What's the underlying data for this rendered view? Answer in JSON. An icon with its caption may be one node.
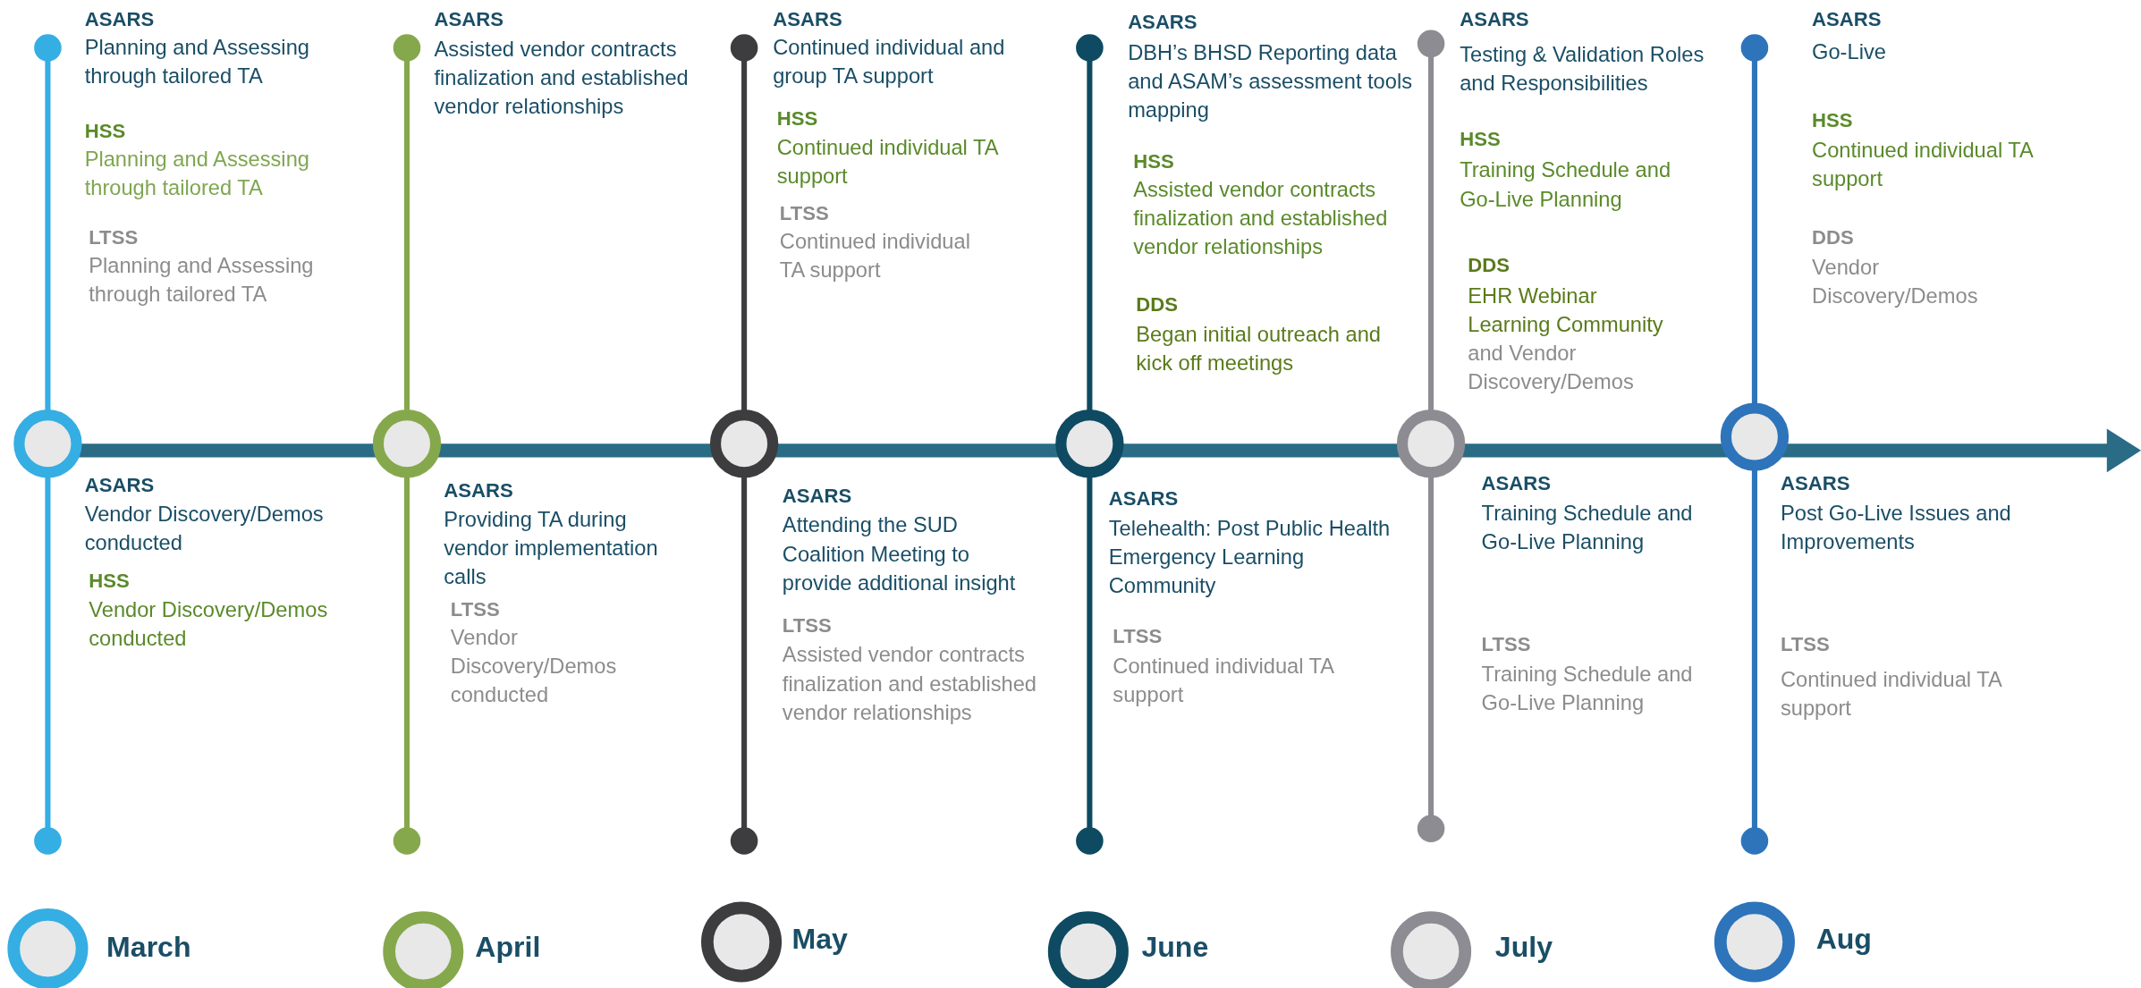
{
  "diagram": {
    "labels": [
      "ASARS",
      "Planning and Assessing through tailored TA",
      "HSS",
      "Planning and Assessing through tailored TA",
      "LTSS",
      "Planning and Assessing through tailored TA",
      "ASARS",
      "Vendor Discovery/Demos conducted",
      "HSS",
      "Vendor Discovery/Demos conducted",
      "March",
      "ASARS",
      "Assisted vendor contracts finalization and established vendor relationships",
      "ASARS",
      "Providing TA during vendor implementation calls",
      "LTSS",
      "Vendor Discovery/Demos conducted",
      "April",
      "ASARS",
      "Continued individual and group TA support",
      "HSS",
      "Continued individual TA support",
      "LTSS",
      "Continued individual TA support",
      "ASARS",
      "Attending the SUD Coalition Meeting to provide additional insight",
      "LTSS",
      "Assisted vendor contracts finalization and established vendor relationships",
      "May",
      "ASARS",
      "DBH’s BHSD Reporting data and ASAM’s assessment tools mapping",
      "HSS",
      "Assisted vendor contracts finalization and established vendor relationships",
      "DDS",
      "Began initial outreach and kick off meetings",
      "ASARS",
      "Telehealth: Post Public Health Emergency Learning Community",
      "LTSS",
      "Continued individual TA support",
      "June",
      "ASARS",
      "Testing & Validation Roles and Responsibilities",
      "HSS",
      "Training Schedule and Go-Live Planning",
      "DDS",
      "EHR Webinar Learning Community",
      "and Vendor Discovery/Demos",
      "ASARS",
      "Training Schedule and Go-Live Planning",
      "LTSS",
      "Training Schedule and Go-Live Planning",
      "July",
      "ASARS",
      "Go-Live",
      "HSS",
      "Continued individual TA support",
      "DDS",
      "Vendor Discovery/Demos",
      "ASARS",
      "Post Go-Live Issues and Improvements",
      "LTSS",
      "Continued individual TA support",
      "Aug"
    ]
  }
}
